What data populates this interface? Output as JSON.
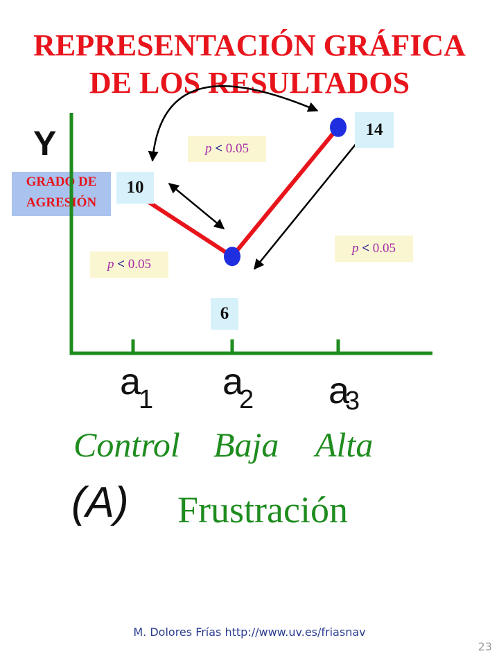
{
  "title": {
    "line1": "REPRESENTACIÓN GRÁFICA",
    "line2": "DE LOS RESULTADOS"
  },
  "chart_data": {
    "type": "line",
    "y_letter": "Y",
    "ylabel_lines": [
      "GRADO DE",
      "AGRESIÓN"
    ],
    "ylim": [
      0,
      18
    ],
    "categories": [
      {
        "letter": "a",
        "sub": "1",
        "label": "Control"
      },
      {
        "letter": "a",
        "sub": "2",
        "label": "Baja"
      },
      {
        "letter": "a",
        "sub": "3",
        "label": "Alta"
      }
    ],
    "series": [
      {
        "values": [
          10,
          6,
          14
        ],
        "point_labels": [
          "10",
          "6",
          "14"
        ]
      }
    ],
    "significance": [
      {
        "p_symbol": "p",
        "p_operator": "<",
        "p_value": "0.05"
      },
      {
        "p_symbol": "p",
        "p_operator": "<",
        "p_value": "0.05"
      },
      {
        "p_symbol": "p",
        "p_operator": "<",
        "p_value": "0.05"
      }
    ],
    "panel": "(A)",
    "factor": "Frustración",
    "colors": {
      "line": "#e8141c",
      "point": "#1f2fe0",
      "axis": "#1e8c1e",
      "factor": "#1e8c1e"
    }
  },
  "footer": "M. Dolores Frías http://www.uv.es/friasnav",
  "page_number": "23"
}
